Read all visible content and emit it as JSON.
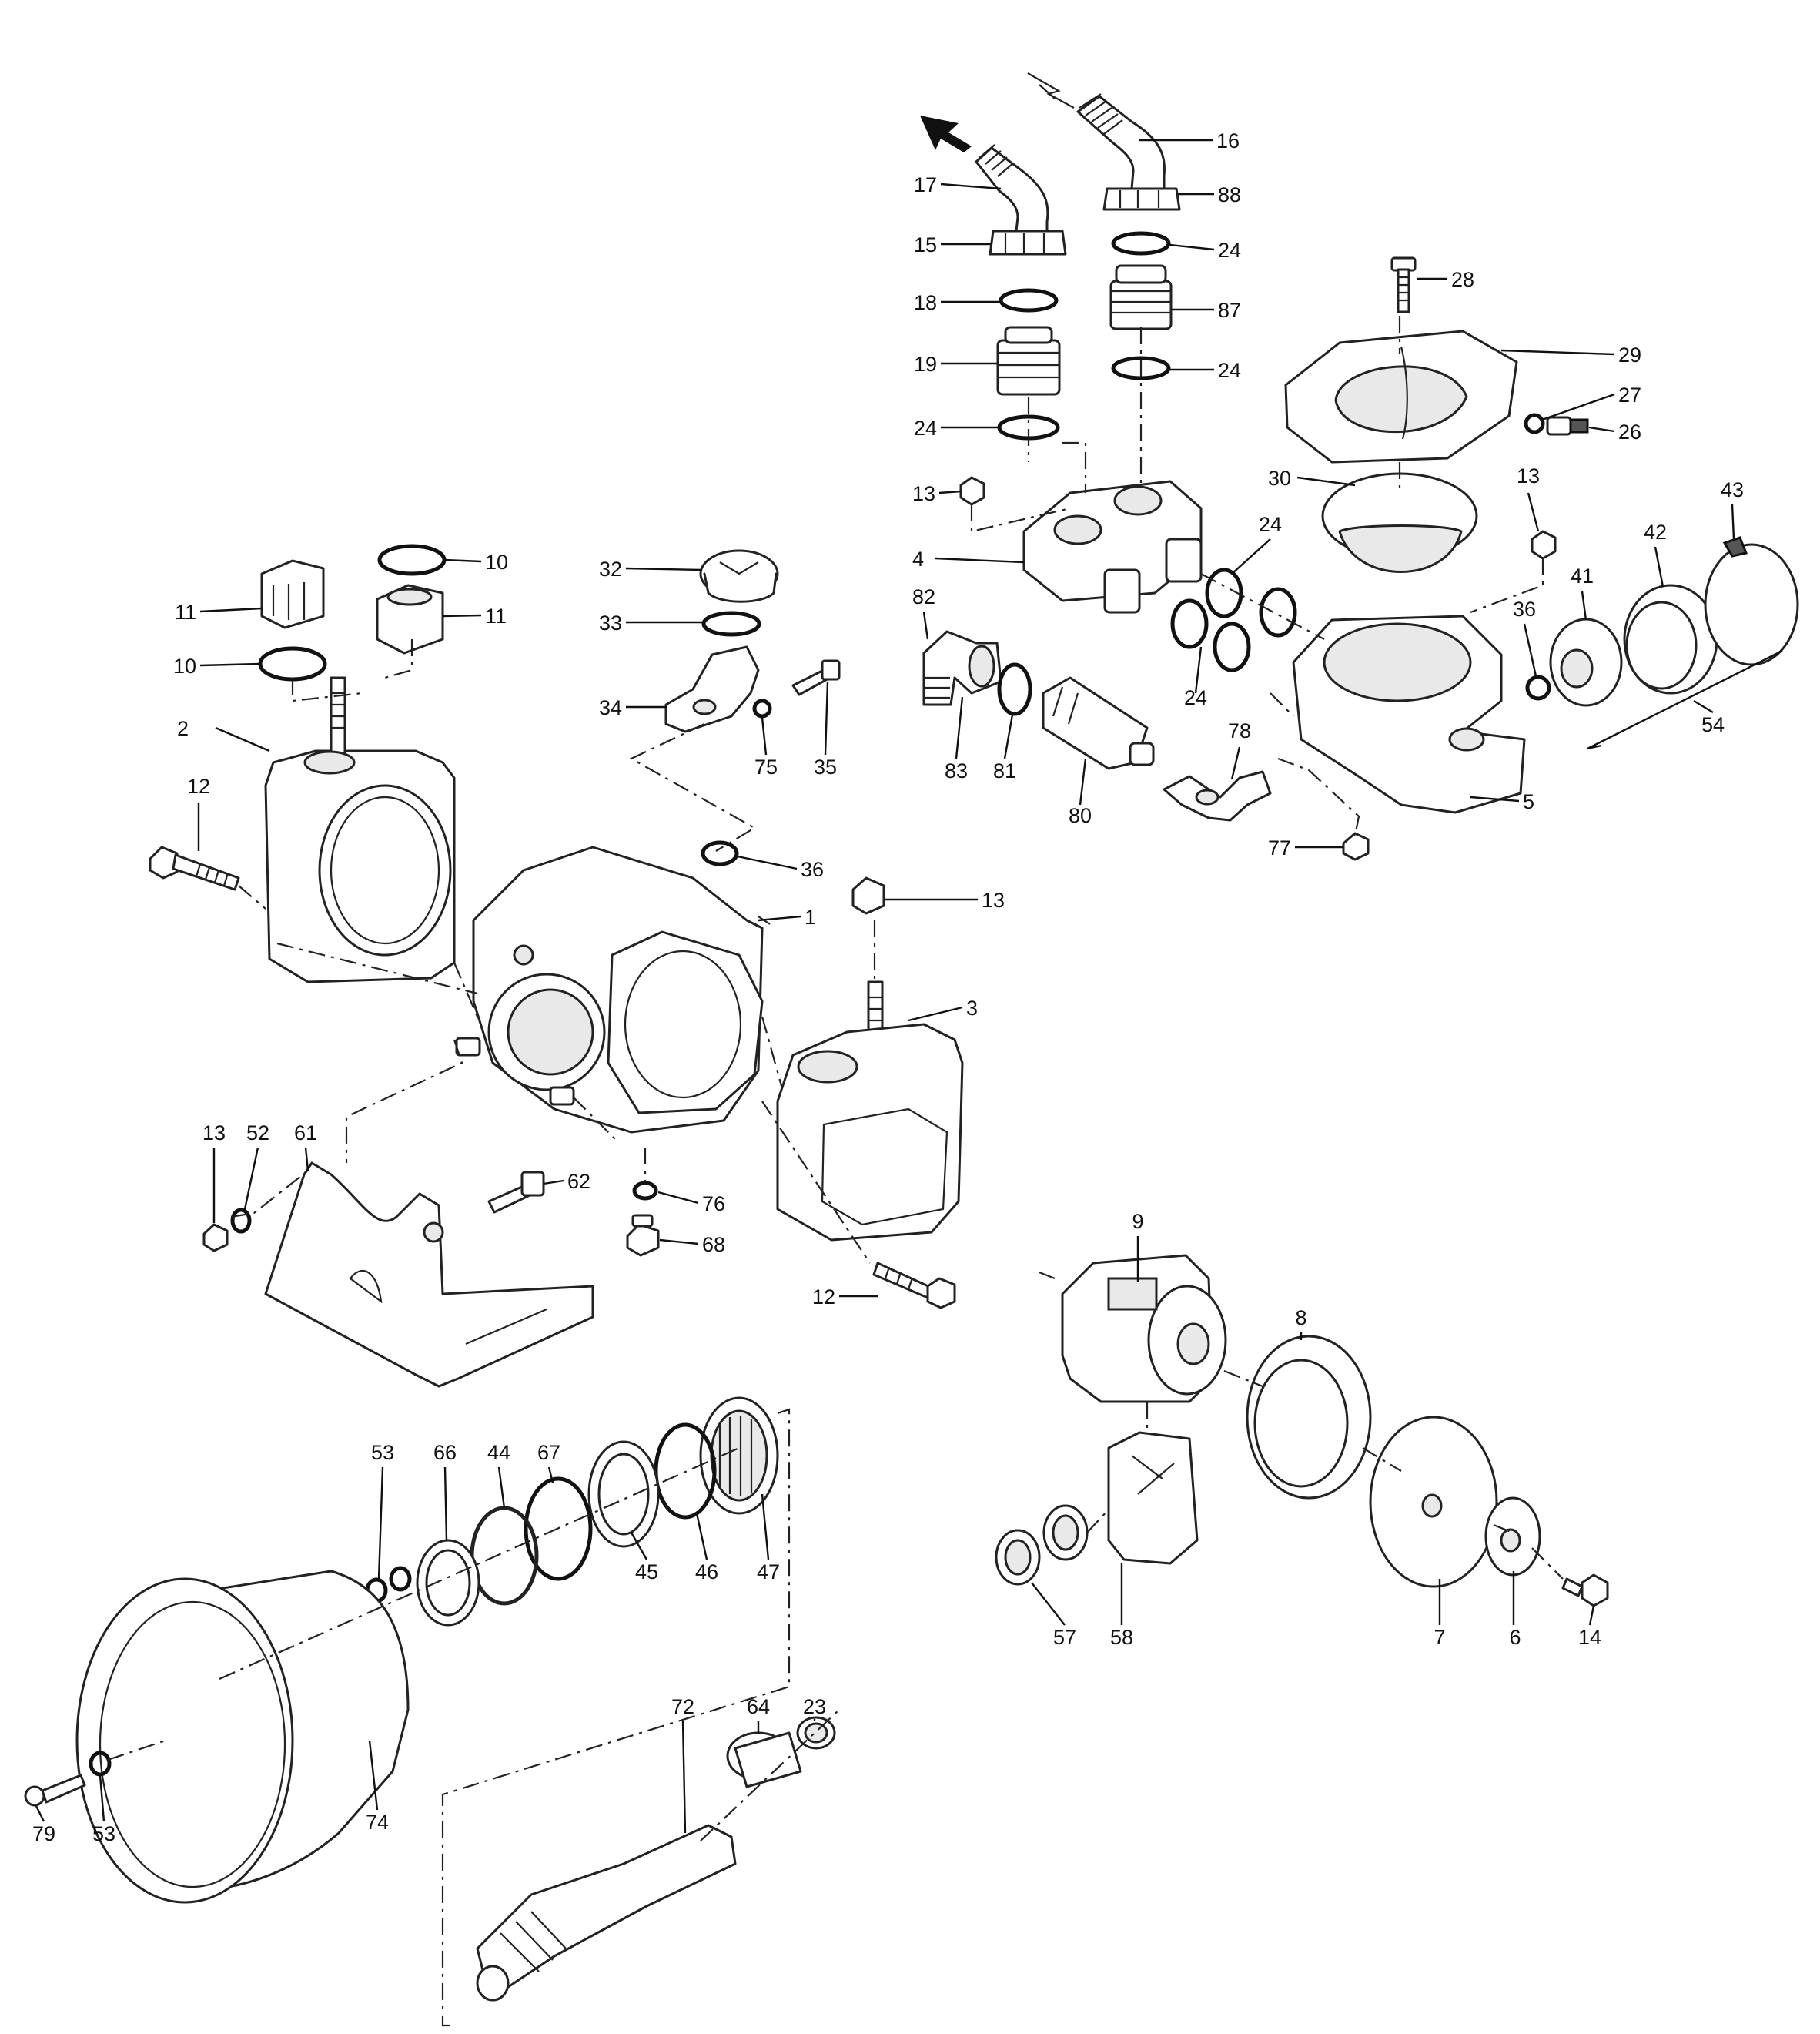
{
  "diagram": {
    "parts": [
      {
        "id": "p1",
        "label": "1"
      },
      {
        "id": "p2",
        "label": "2"
      },
      {
        "id": "p3",
        "label": "3"
      },
      {
        "id": "p4",
        "label": "4"
      },
      {
        "id": "p5",
        "label": "5"
      },
      {
        "id": "p6",
        "label": "6"
      },
      {
        "id": "p7",
        "label": "7"
      },
      {
        "id": "p8",
        "label": "8"
      },
      {
        "id": "p9",
        "label": "9"
      },
      {
        "id": "p10a",
        "label": "10"
      },
      {
        "id": "p10b",
        "label": "10"
      },
      {
        "id": "p11a",
        "label": "11"
      },
      {
        "id": "p11b",
        "label": "11"
      },
      {
        "id": "p12a",
        "label": "12"
      },
      {
        "id": "p12b",
        "label": "12"
      },
      {
        "id": "p13a",
        "label": "13"
      },
      {
        "id": "p13b",
        "label": "13"
      },
      {
        "id": "p13c",
        "label": "13"
      },
      {
        "id": "p13d",
        "label": "13"
      },
      {
        "id": "p14",
        "label": "14"
      },
      {
        "id": "p15",
        "label": "15"
      },
      {
        "id": "p16",
        "label": "16"
      },
      {
        "id": "p17",
        "label": "17"
      },
      {
        "id": "p18",
        "label": "18"
      },
      {
        "id": "p19",
        "label": "19"
      },
      {
        "id": "p23",
        "label": "23"
      },
      {
        "id": "p24a",
        "label": "24"
      },
      {
        "id": "p24b",
        "label": "24"
      },
      {
        "id": "p24c",
        "label": "24"
      },
      {
        "id": "p24d",
        "label": "24"
      },
      {
        "id": "p24e",
        "label": "24"
      },
      {
        "id": "p26",
        "label": "26"
      },
      {
        "id": "p27",
        "label": "27"
      },
      {
        "id": "p28",
        "label": "28"
      },
      {
        "id": "p29",
        "label": "29"
      },
      {
        "id": "p30",
        "label": "30"
      },
      {
        "id": "p32",
        "label": "32"
      },
      {
        "id": "p33",
        "label": "33"
      },
      {
        "id": "p34",
        "label": "34"
      },
      {
        "id": "p35",
        "label": "35"
      },
      {
        "id": "p36a",
        "label": "36"
      },
      {
        "id": "p36b",
        "label": "36"
      },
      {
        "id": "p41",
        "label": "41"
      },
      {
        "id": "p42",
        "label": "42"
      },
      {
        "id": "p43",
        "label": "43"
      },
      {
        "id": "p44",
        "label": "44"
      },
      {
        "id": "p45",
        "label": "45"
      },
      {
        "id": "p46",
        "label": "46"
      },
      {
        "id": "p47",
        "label": "47"
      },
      {
        "id": "p52",
        "label": "52"
      },
      {
        "id": "p53a",
        "label": "53"
      },
      {
        "id": "p53b",
        "label": "53"
      },
      {
        "id": "p54",
        "label": "54"
      },
      {
        "id": "p57",
        "label": "57"
      },
      {
        "id": "p58",
        "label": "58"
      },
      {
        "id": "p61",
        "label": "61"
      },
      {
        "id": "p62",
        "label": "62"
      },
      {
        "id": "p64",
        "label": "64"
      },
      {
        "id": "p66",
        "label": "66"
      },
      {
        "id": "p67",
        "label": "67"
      },
      {
        "id": "p68",
        "label": "68"
      },
      {
        "id": "p72",
        "label": "72"
      },
      {
        "id": "p74",
        "label": "74"
      },
      {
        "id": "p75",
        "label": "75"
      },
      {
        "id": "p76",
        "label": "76"
      },
      {
        "id": "p77",
        "label": "77"
      },
      {
        "id": "p78",
        "label": "78"
      },
      {
        "id": "p79",
        "label": "79"
      },
      {
        "id": "p80",
        "label": "80"
      },
      {
        "id": "p81",
        "label": "81"
      },
      {
        "id": "p82",
        "label": "82"
      },
      {
        "id": "p83",
        "label": "83"
      },
      {
        "id": "p87",
        "label": "87"
      },
      {
        "id": "p88",
        "label": "88"
      }
    ]
  }
}
